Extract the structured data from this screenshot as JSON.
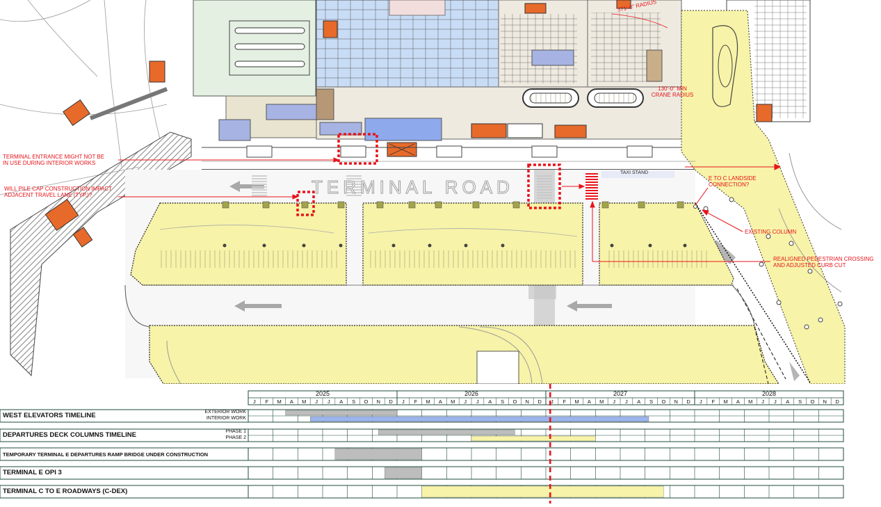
{
  "plan": {
    "road_name": "TERMINAL ROAD",
    "taxi_stand": "TAXI STAND",
    "radius_label": "371'-0\" RADIUS",
    "crane_label": "130'-0\" MIN CRANE RADIUS",
    "callouts": {
      "entrance": "TERMINAL ENTRANCE MIGHT NOT BE IN USE DURING INTERIOR WORKS",
      "pile_cap": "WILL PILE CAP CONSTRUCTION IMPACT ADJACENT TRAVEL LANE (TYP.)?",
      "landside": "E TO C LANDSIDE CONNECTION?",
      "existing_column": "EXISTING COLUMN",
      "crossing": "REALIGNED PEDESTRIAN CROSSING AND ADJUSTED CURB CUT"
    },
    "colors": {
      "callout": "#e8141b",
      "work_zone": "#f7f3a8",
      "interior": "#c8dcf5",
      "retail": "#eeeae0",
      "bus_green": "#e4f1e2",
      "accent_orange": "#e86a2a",
      "bar_gray": "#bdbdbd",
      "bar_blue": "#9db4ee",
      "bar_yellow": "#f7f3a8"
    }
  },
  "timeline": {
    "years": [
      "2025",
      "2026",
      "2027",
      "2028"
    ],
    "months": [
      "J",
      "F",
      "M",
      "A",
      "M",
      "J",
      "J",
      "A",
      "S",
      "O",
      "N",
      "D"
    ],
    "today_month_index": 24.35,
    "rows": [
      {
        "title": "WEST ELEVATORS TIMELINE",
        "sub": [
          {
            "label": "EXTERIOR WORK",
            "start": 3,
            "end": 12,
            "color": "#bdbdbd"
          },
          {
            "label": "INTERIOR WORK",
            "start": 5,
            "end": 32.3,
            "color": "#9db4ee"
          }
        ]
      },
      {
        "title": "DEPARTURES DECK COLUMNS TIMELINE",
        "sub": [
          {
            "label": "PHASE 1",
            "start": 10.5,
            "end": 21.5,
            "color": "#bdbdbd"
          },
          {
            "label": "PHASE 2",
            "start": 18,
            "end": 28,
            "color": "#f7f3a8"
          }
        ]
      },
      {
        "title": "TEMPORARY TERMINAL E DEPARTURES RAMP BRIDGE UNDER CONSTRUCTION",
        "bar": {
          "start": 7,
          "end": 14,
          "color": "#bdbdbd"
        }
      },
      {
        "title": "TERMINAL E OPI 3",
        "bar": {
          "start": 11,
          "end": 14,
          "color": "#bdbdbd"
        }
      },
      {
        "title": "TERMINAL C TO E ROADWAYS (C-DEX)",
        "bar": {
          "start": 14,
          "end": 33.5,
          "color": "#f7f3a8"
        }
      }
    ]
  }
}
